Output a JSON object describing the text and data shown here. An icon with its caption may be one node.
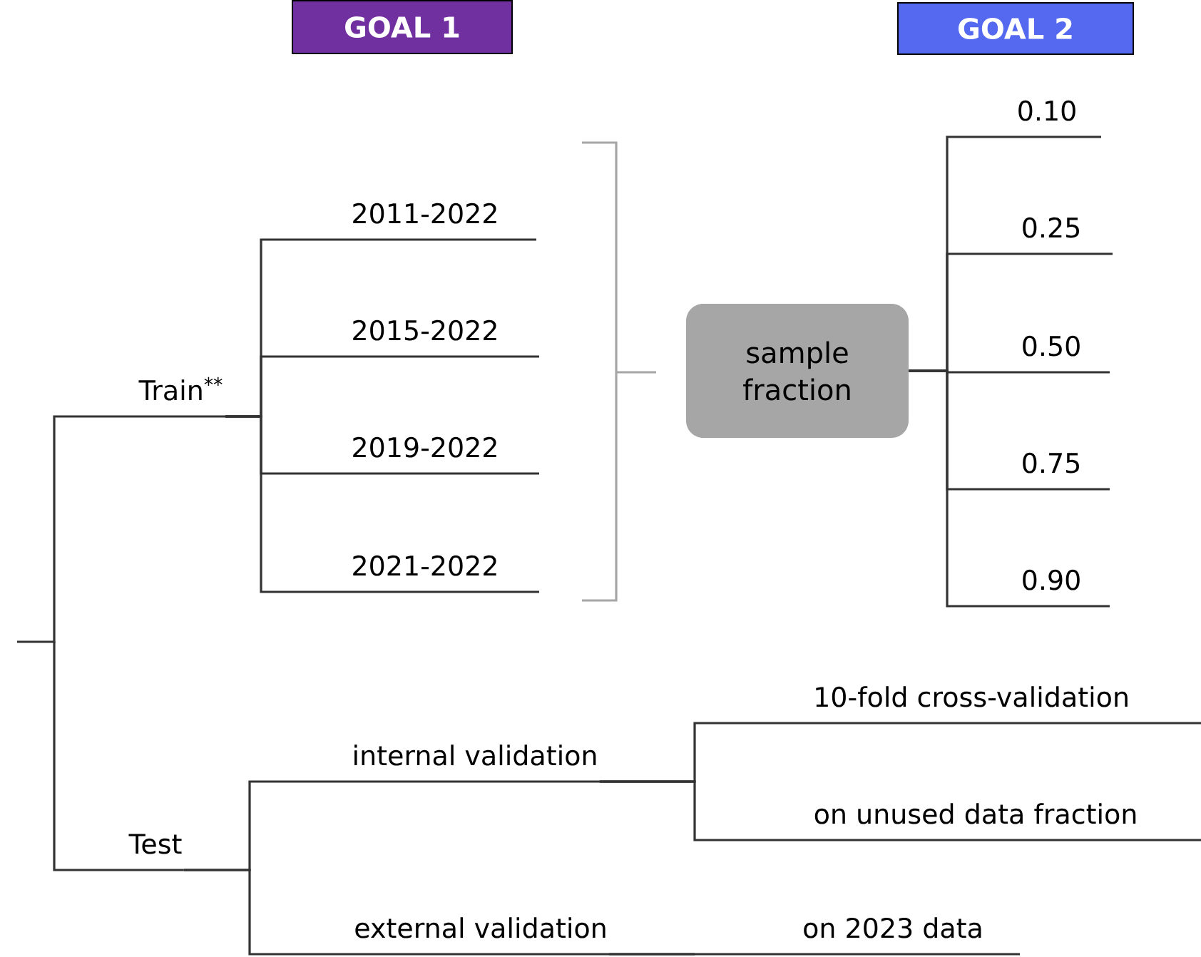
{
  "diagram": {
    "nodes": [
      {
        "text": [
          "GOAL 1"
        ]
      },
      {
        "text": [
          "GOAL 2"
        ]
      },
      {
        "text": [
          "Train$^{**}$"
        ]
      },
      {
        "text": [
          "2011-2022"
        ]
      },
      {
        "text": [
          "2015-2022"
        ]
      },
      {
        "text": [
          "2019-2022"
        ]
      },
      {
        "text": [
          "2021-2022"
        ]
      },
      {
        "text": [
          "sample fraction"
        ]
      },
      {
        "text": [
          "0.10"
        ]
      },
      {
        "text": [
          "0.25"
        ]
      },
      {
        "text": [
          "0.50"
        ]
      },
      {
        "text": [
          "0.75"
        ]
      },
      {
        "text": [
          "0.90"
        ]
      },
      {
        "text": [
          "Test"
        ]
      },
      {
        "text": [
          "internal validation"
        ]
      },
      {
        "text": [
          "external validation"
        ]
      },
      {
        "text": [
          "10-fold cross-validation"
        ]
      },
      {
        "text": [
          "on unused data fraction"
        ]
      },
      {
        "text": [
          "on 2023 data"
        ]
      }
    ],
    "edges": [
      {
        "from": null,
        "to": 2,
        "arrow": "none"
      },
      {
        "from": null,
        "to": 13,
        "arrow": "none"
      },
      {
        "from": 2,
        "to": 3,
        "arrow": "none"
      },
      {
        "from": 2,
        "to": 4,
        "arrow": "none"
      },
      {
        "from": 2,
        "to": 5,
        "arrow": "none"
      },
      {
        "from": 2,
        "to": 6,
        "arrow": "none"
      },
      {
        "from": 7,
        "to": 8,
        "arrow": "none"
      },
      {
        "from": 7,
        "to": 9,
        "arrow": "none"
      },
      {
        "from": 7,
        "to": 10,
        "arrow": "none"
      },
      {
        "from": 7,
        "to": 11,
        "arrow": "none"
      },
      {
        "from": 7,
        "to": 12,
        "arrow": "none"
      },
      {
        "from": 13,
        "to": 14,
        "arrow": "none"
      },
      {
        "from": 13,
        "to": 15,
        "arrow": "none"
      },
      {
        "from": 14,
        "to": 16,
        "arrow": "none"
      },
      {
        "from": 14,
        "to": 17,
        "arrow": "none"
      },
      {
        "from": 15,
        "to": 18,
        "arrow": "none"
      }
    ]
  }
}
